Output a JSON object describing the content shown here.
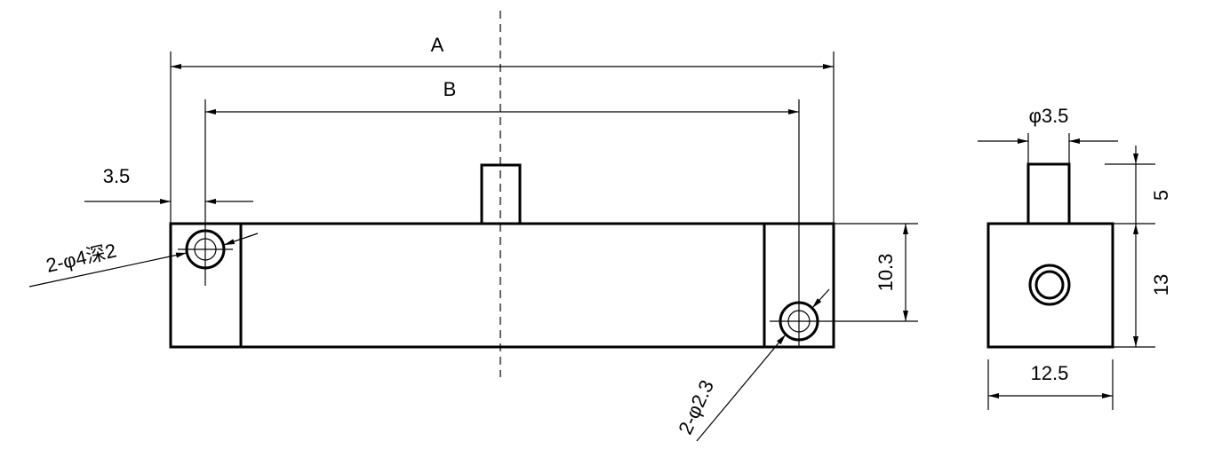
{
  "front_view": {
    "dim_overall_label": "A",
    "dim_hole_spacing_label": "B",
    "dim_edge_offset": "3.5",
    "dim_hole_pitch_height": "10.3",
    "note_counterbore": "2-φ4深2",
    "note_through_hole": "2-φ2.3"
  },
  "side_view": {
    "dim_shaft_diameter": "φ3.5",
    "dim_shaft_height": "5",
    "dim_body_height": "13",
    "dim_body_width": "12.5"
  }
}
